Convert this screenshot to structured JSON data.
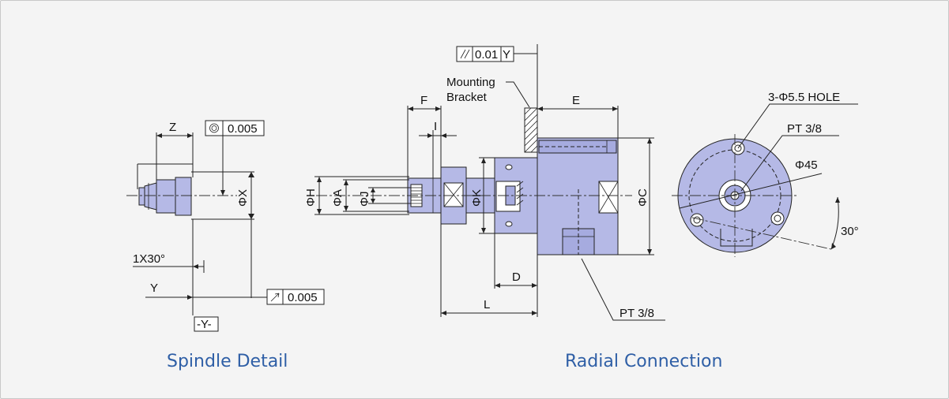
{
  "captions": {
    "left": "Spindle Detail",
    "right": "Radial Connection"
  },
  "spindle": {
    "z": "Z",
    "concentricity": "0.005",
    "phi_x": "ΦX",
    "chamfer": "1X30°",
    "y": "Y",
    "runout": "0.005",
    "datum": "-Y-"
  },
  "radial": {
    "parallelism": "0.01",
    "parallelism_datum": "Y",
    "bracket_line1": "Mounting",
    "bracket_line2": "Bracket",
    "f": "F",
    "i": "I",
    "e": "E",
    "phi_h": "ΦH",
    "phi_a": "ΦA",
    "phi_j": "ΦJ",
    "phi_k": "ΦK",
    "phi_c": "ΦC",
    "d": "D",
    "l": "L",
    "pt_bottom": "PT 3/8"
  },
  "end_view": {
    "holes": "3-Φ5.5 HOLE",
    "pt_top": "PT 3/8",
    "phi_45": "Φ45",
    "angle": "30°"
  },
  "colors": {
    "part_fill": "#b5b9e6",
    "caption": "#2f5fa6",
    "frame": "#f4f4f4"
  }
}
